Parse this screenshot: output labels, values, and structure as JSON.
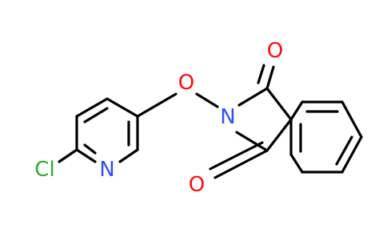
{
  "molecule": {
    "atoms": {
      "cl": {
        "symbol": "Cl",
        "color": "#33aa33"
      },
      "n_pyridine": {
        "symbol": "N",
        "color": "#3050f8"
      },
      "o_ether": {
        "symbol": "O",
        "color": "#ff0d0d"
      },
      "n_imide": {
        "symbol": "N",
        "color": "#3050f8"
      },
      "o_carbonyl_top": {
        "symbol": "O",
        "color": "#ff0d0d"
      },
      "o_carbonyl_bottom": {
        "symbol": "O",
        "color": "#ff0d0d"
      }
    },
    "bond_color": "#000000"
  }
}
